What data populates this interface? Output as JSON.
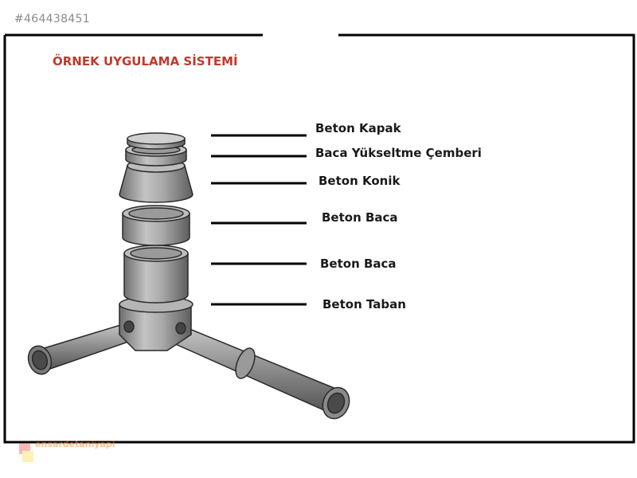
{
  "listing_id": "#464438451",
  "title": "ÖRNEK UYGULAMA SİSTEMİ",
  "labels": {
    "kapak": "Beton Kapak",
    "cember": "Baca Yükseltme Çemberi",
    "konik": "Beton Konik",
    "baca1": "Beton Baca",
    "baca2": "Beton Baca",
    "taban": "Beton Taban"
  },
  "watermark_text": "ensardetaniyapi",
  "colors": {
    "title": "#c0392b",
    "concrete": "#9e9e9e",
    "frame": "#000000"
  }
}
